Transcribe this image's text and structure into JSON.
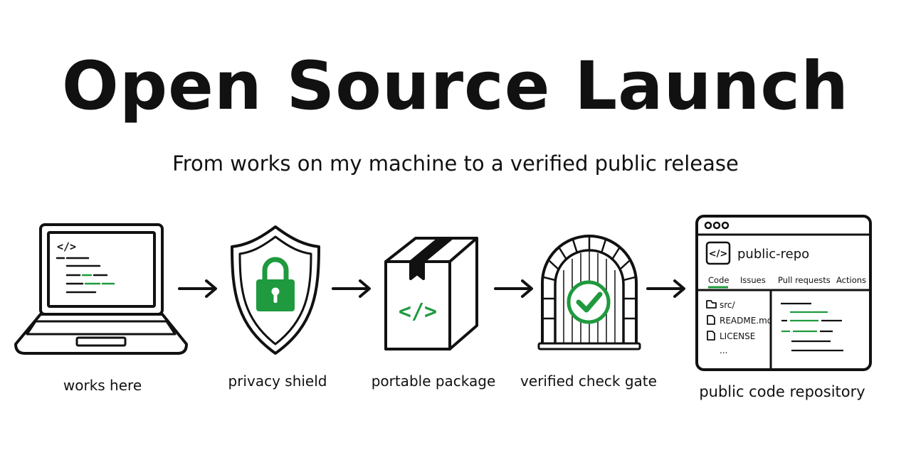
{
  "title": "Open Source Launch",
  "subtitle": "From works on my machine to a verified public release",
  "stages": [
    {
      "label": "works here",
      "icon": "laptop-code-icon"
    },
    {
      "label": "privacy shield",
      "icon": "shield-lock-icon"
    },
    {
      "label": "portable package",
      "icon": "package-box-icon"
    },
    {
      "label": "verified check gate",
      "icon": "check-gate-icon"
    },
    {
      "label": "public code repository",
      "icon": "repository-window-icon"
    }
  ],
  "laptop": {
    "code_tag": "</>"
  },
  "package": {
    "code_tag": "</>"
  },
  "repo": {
    "name": "public-repo",
    "code_tag": "</>",
    "tabs": [
      "Code",
      "Issues",
      "Pull requests",
      "Actions"
    ],
    "files": [
      "src/",
      "README.md",
      "LICENSE",
      "..."
    ]
  },
  "colors": {
    "accent": "#1f9a3e",
    "ink": "#111111",
    "background": "#ffffff"
  }
}
